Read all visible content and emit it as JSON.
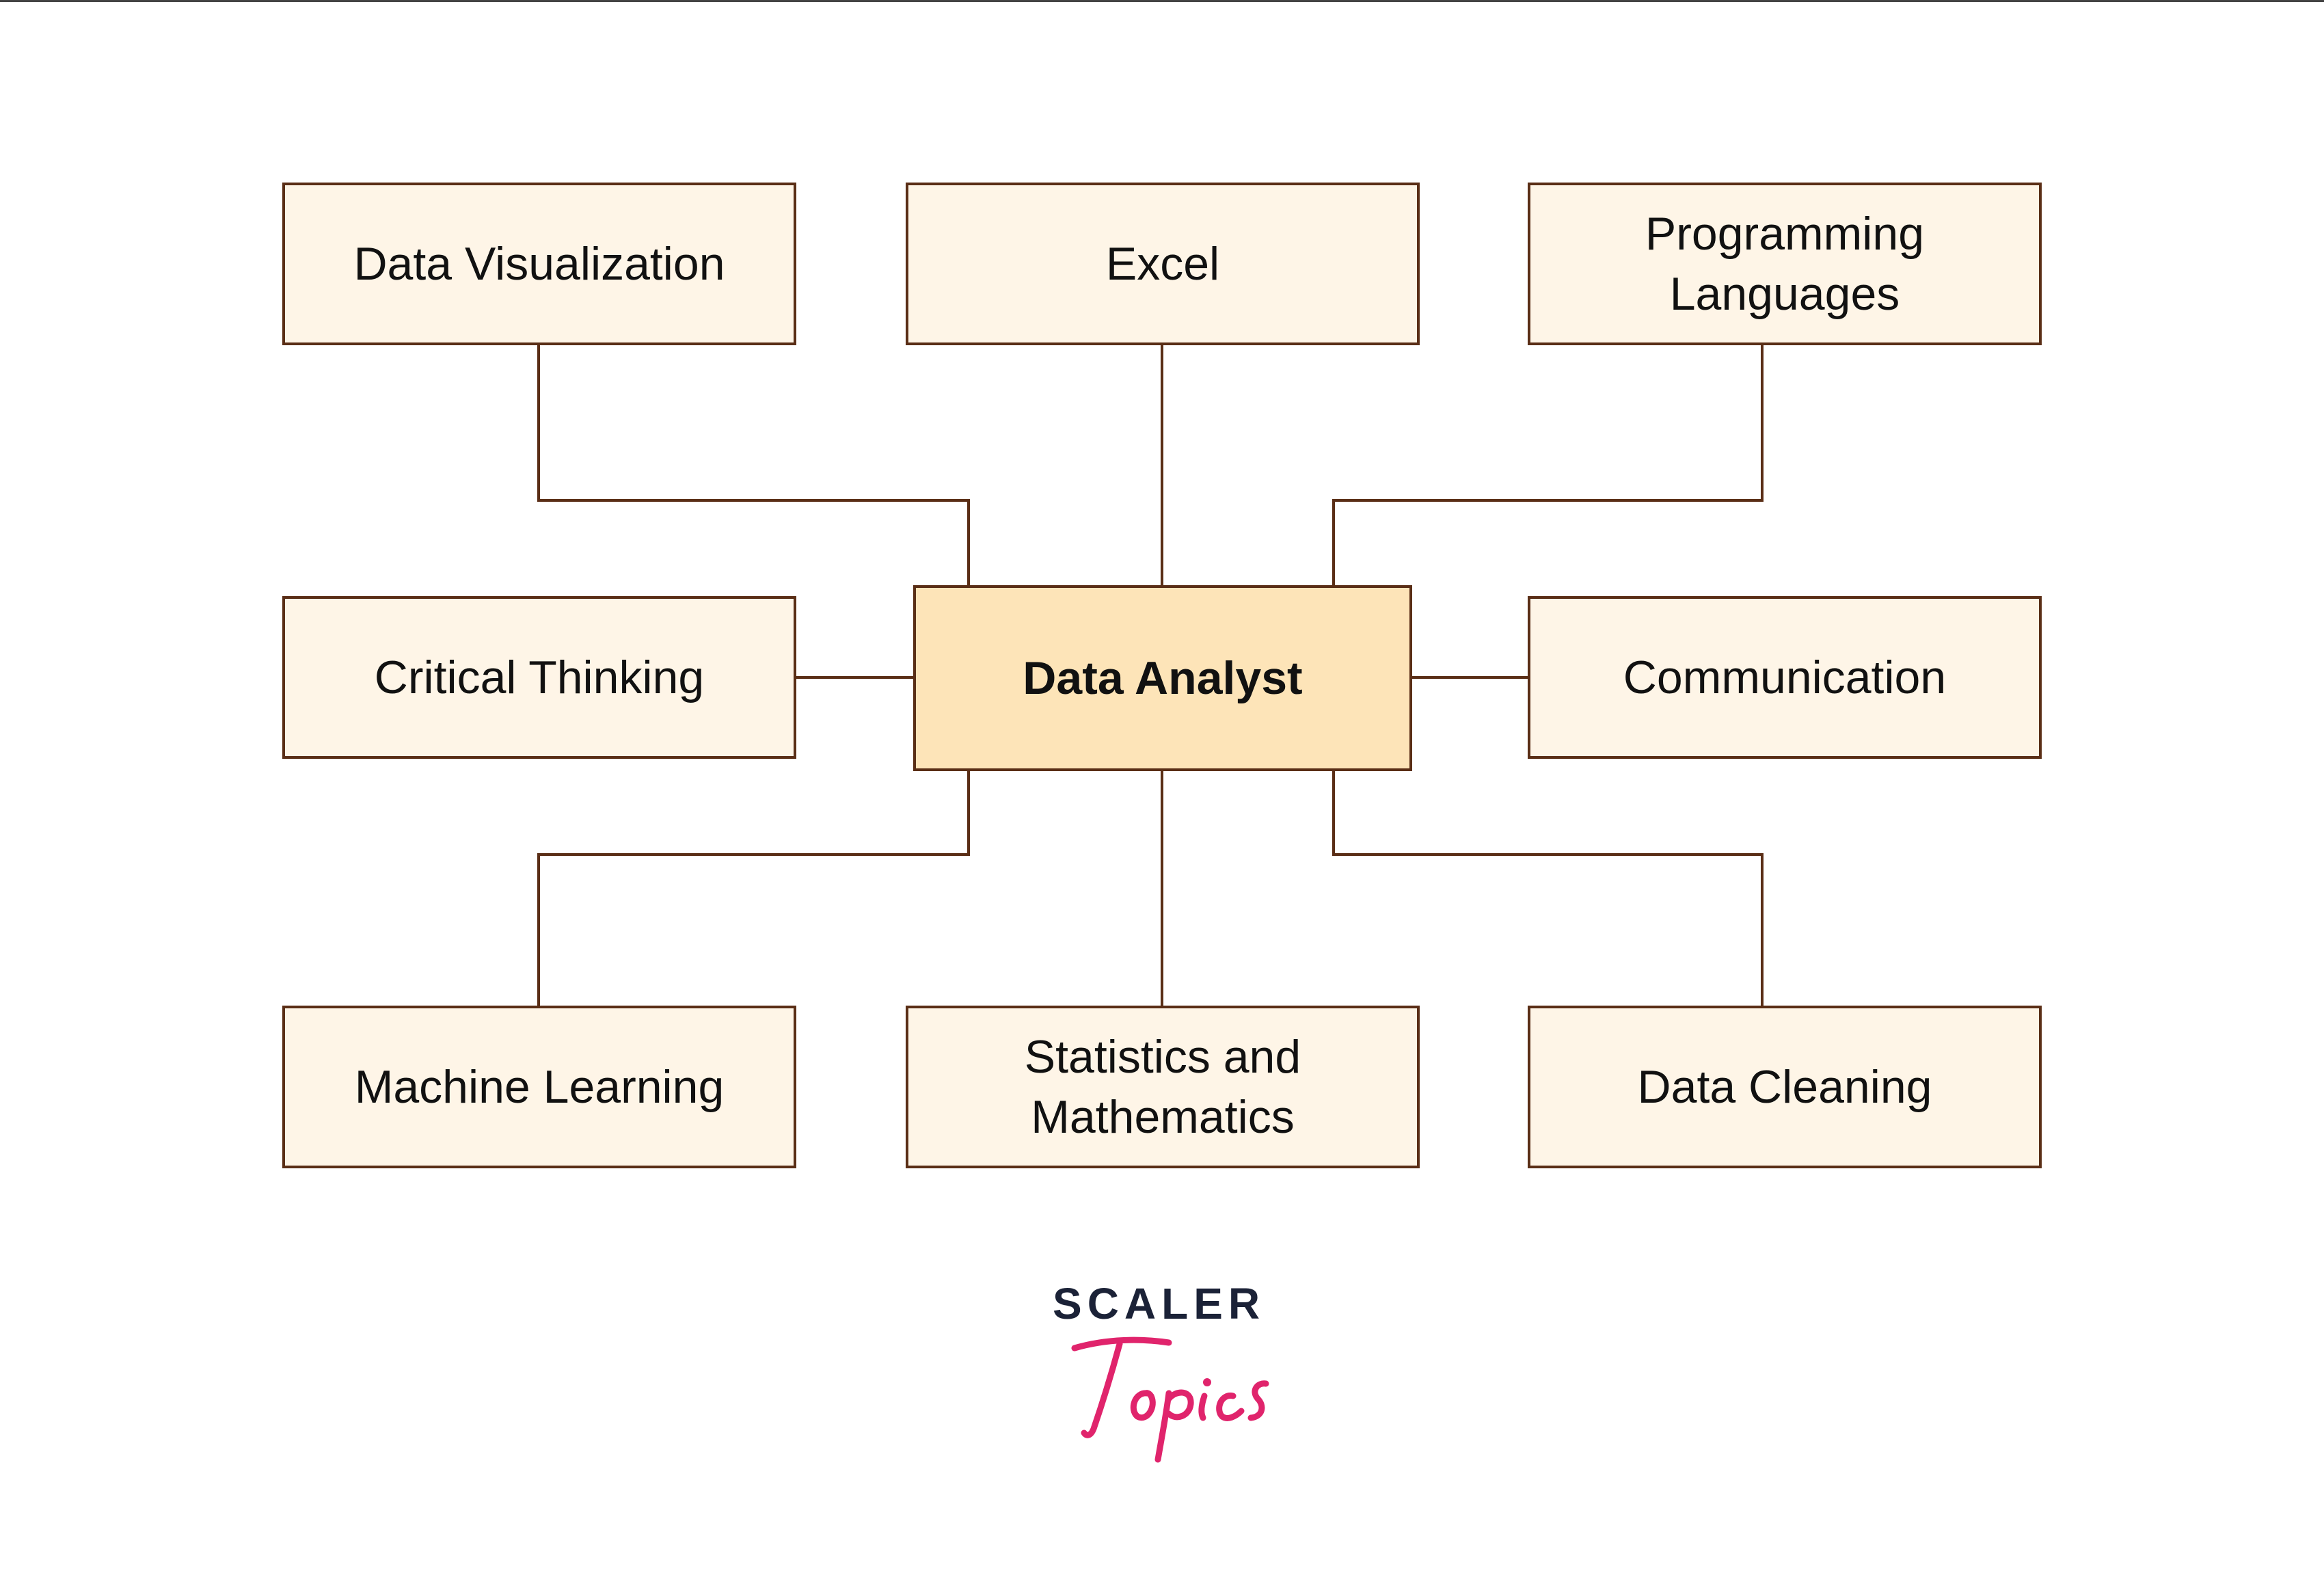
{
  "diagram": {
    "center": {
      "label": "Data Analyst"
    },
    "skills": [
      {
        "id": "data-visualization",
        "label": "Data Visualization"
      },
      {
        "id": "excel",
        "label": "Excel"
      },
      {
        "id": "programming-languages",
        "label": "Programming Languages"
      },
      {
        "id": "critical-thinking",
        "label": "Critical Thinking"
      },
      {
        "id": "communication",
        "label": "Communication"
      },
      {
        "id": "machine-learning",
        "label": "Machine Learning"
      },
      {
        "id": "statistics-and-mathematics",
        "label": "Statistics and Mathematics"
      },
      {
        "id": "data-cleaning",
        "label": "Data Cleaning"
      }
    ]
  },
  "logo": {
    "wordmark": "SCALER",
    "script": "Topics"
  },
  "colors": {
    "box_fill": "#fef5e7",
    "center_fill": "#fde4b8",
    "stroke": "#5a2e16",
    "logo_dark": "#1b2237",
    "logo_pink": "#e0246c"
  }
}
